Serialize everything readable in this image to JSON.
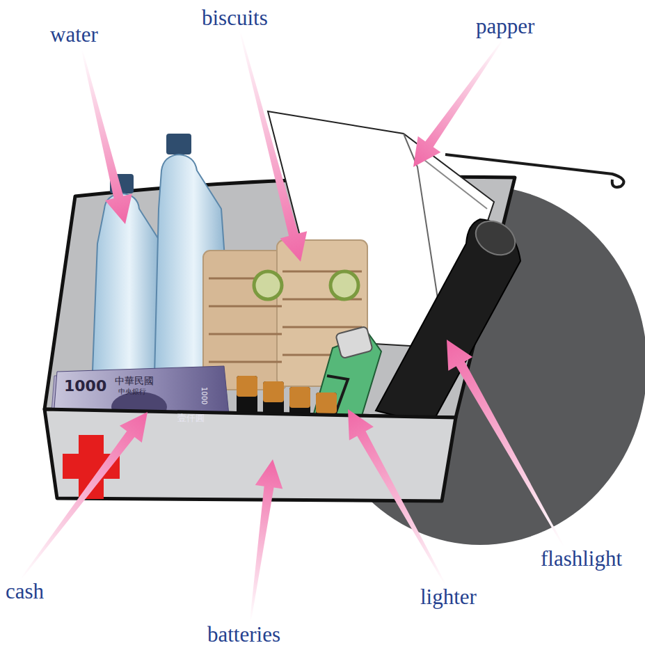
{
  "diagram": {
    "labels": [
      "water",
      "biscuits",
      "papper",
      "cash",
      "batteries",
      "lighter",
      "flashlight",
      "1000",
      "中華民國",
      "中央銀行",
      "壹仟圓",
      "1000"
    ]
  }
}
